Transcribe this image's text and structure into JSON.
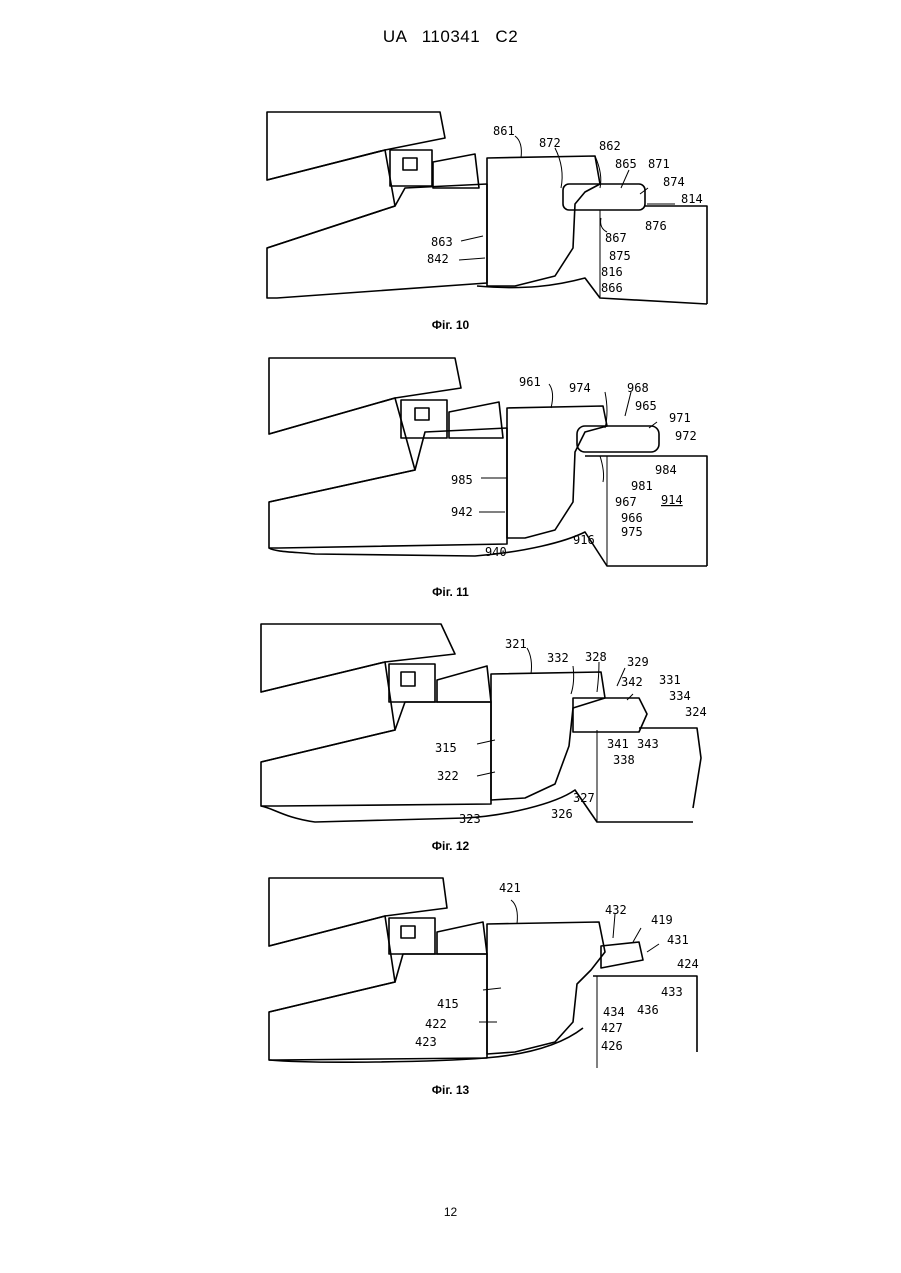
{
  "header": "UA   110341   C2",
  "page_number": "12",
  "figures": [
    {
      "caption": "Фіг. 10",
      "labels": [
        "861",
        "872",
        "862",
        "865",
        "871",
        "874",
        "814",
        "876",
        "867",
        "875",
        "816",
        "866",
        "863",
        "842"
      ]
    },
    {
      "caption": "Фіг. 11",
      "labels": [
        "961",
        "974",
        "968",
        "965",
        "971",
        "972",
        "984",
        "981",
        "914",
        "967",
        "966",
        "975",
        "916",
        "985",
        "942",
        "940"
      ]
    },
    {
      "caption": "Фіг. 12",
      "labels": [
        "321",
        "332",
        "328",
        "329",
        "331",
        "342",
        "334",
        "324",
        "343",
        "341",
        "338",
        "327",
        "326",
        "315",
        "322",
        "323"
      ]
    },
    {
      "caption": "Фіг. 13",
      "labels": [
        "421",
        "432",
        "419",
        "431",
        "424",
        "433",
        "436",
        "434",
        "427",
        "426",
        "415",
        "422",
        "423"
      ]
    }
  ]
}
